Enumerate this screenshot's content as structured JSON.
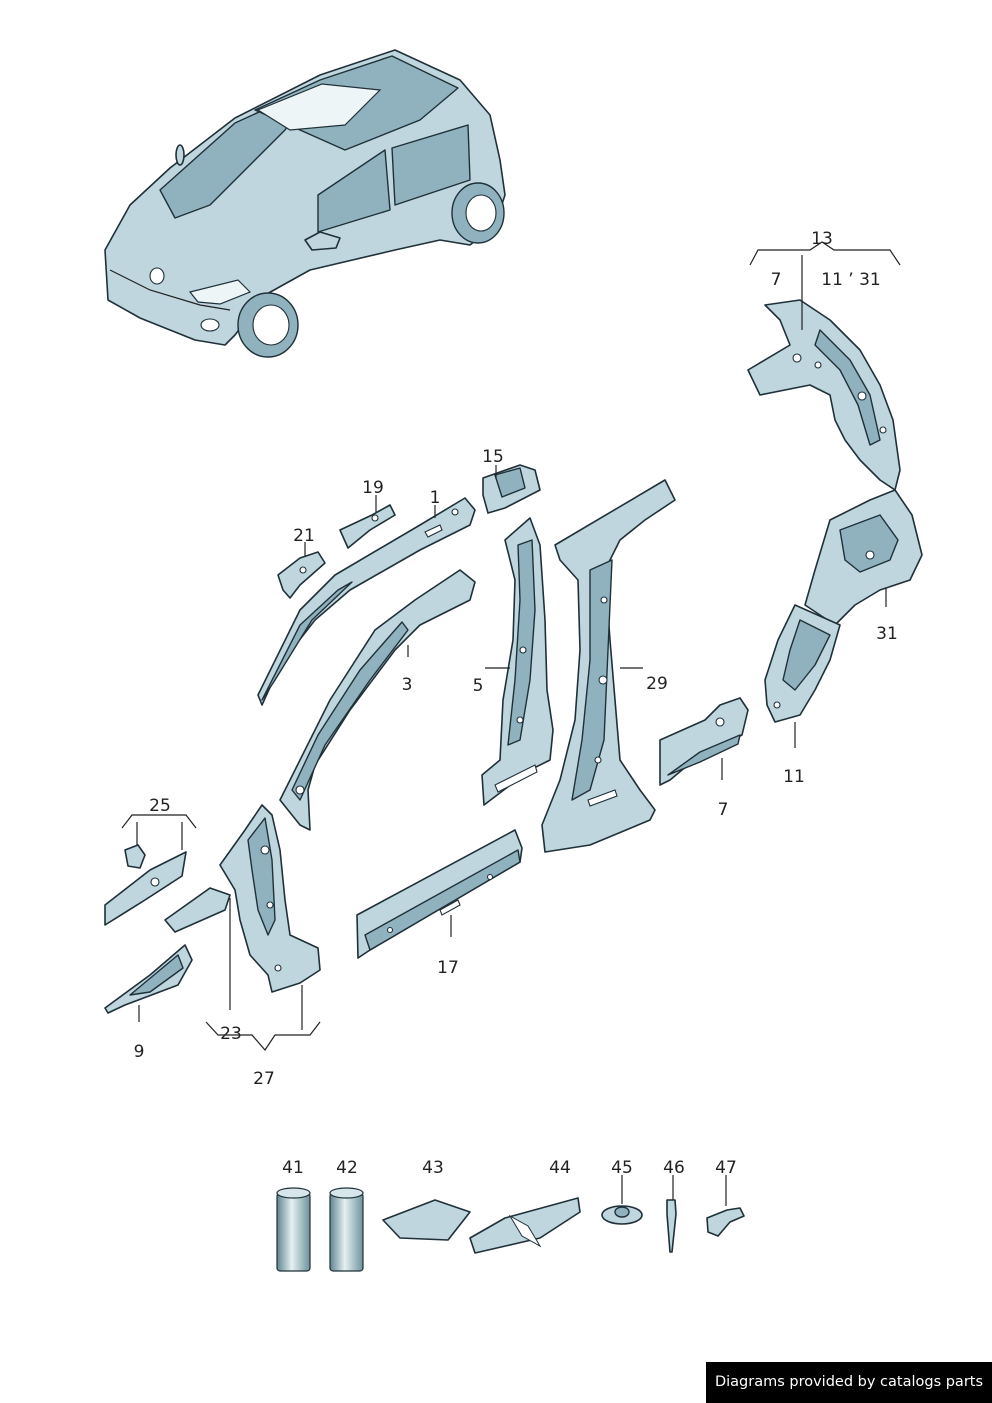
{
  "callouts": {
    "c1": "1",
    "c3": "3",
    "c5": "5",
    "c7a": "7",
    "c7b": "7",
    "c9": "9",
    "c11a": "11 ’ 31",
    "c11b": "11",
    "c13": "13",
    "c15": "15",
    "c17": "17",
    "c19": "19",
    "c21": "21",
    "c23": "23",
    "c25": "25",
    "c27": "27",
    "c29": "29",
    "c31": "31",
    "c41": "41",
    "c42": "42",
    "c43": "43",
    "c44": "44",
    "c45": "45",
    "c46": "46",
    "c47": "47"
  },
  "credit": "Diagrams provided by catalogs parts"
}
